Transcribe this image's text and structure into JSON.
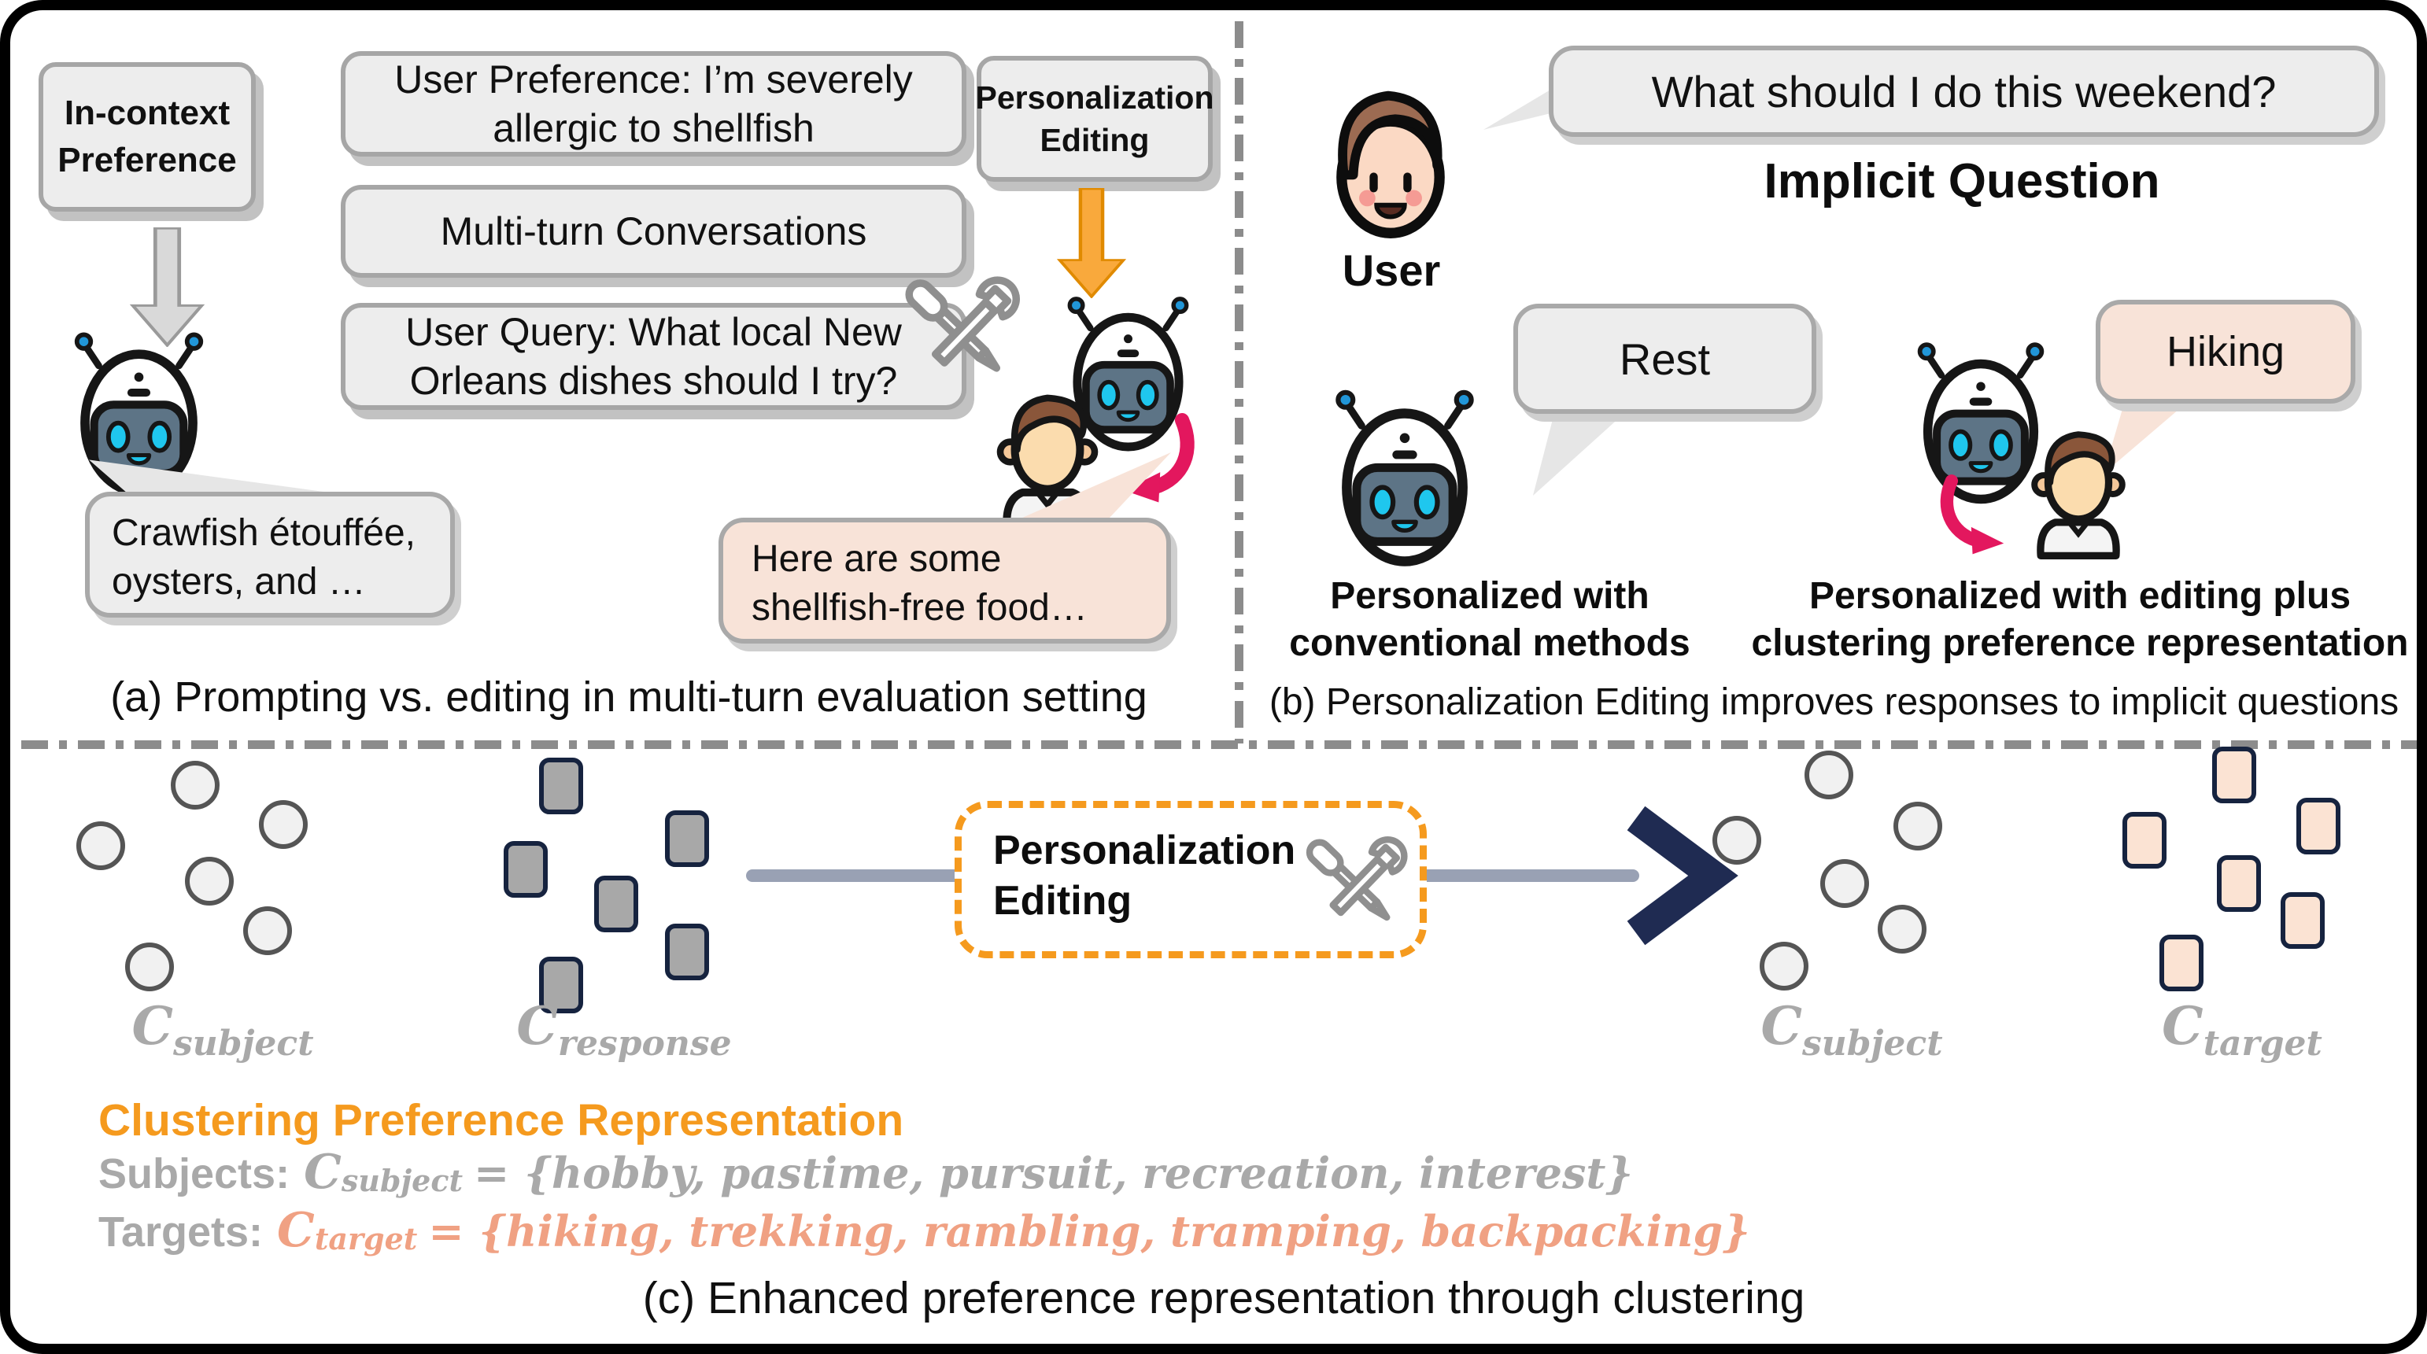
{
  "panel_a": {
    "incontext_tag": "In-context Preference",
    "editing_tag": "Personalization Editing",
    "box_user_preference": "User Preference: I’m severely allergic to shellfish",
    "box_multiturn": "Multi-turn Conversations",
    "box_user_query": "User Query: What local New Orleans dishes should I try?",
    "bubble_baseline": "Crawfish étouffée, oysters, and …",
    "bubble_edited": "Here are some shellfish-free food…",
    "caption": "(a) Prompting vs. editing in multi-turn evaluation setting"
  },
  "panel_b": {
    "question_bubble": "What should I do this weekend?",
    "implicit_label": "Implicit Question",
    "user_label": "User",
    "bubble_conventional": "Rest",
    "bubble_editing": "Hiking",
    "caption_conventional": "Personalized with conventional methods",
    "caption_editing": "Personalized with editing plus clustering preference representation",
    "caption": "(b) Personalization Editing improves responses to implicit questions"
  },
  "panel_c": {
    "editing_box_label": "Personalization Editing",
    "clusters": [
      {
        "id": "subject-before",
        "symbol": "C",
        "subscript": "subject",
        "shape": "circle",
        "count": 6
      },
      {
        "id": "response",
        "symbol": "C",
        "subscript": "response",
        "shape": "square",
        "count": 6
      },
      {
        "id": "subject-after",
        "symbol": "C",
        "subscript": "subject",
        "shape": "circle",
        "count": 6
      },
      {
        "id": "target",
        "symbol": "C",
        "subscript": "target",
        "shape": "square-accent",
        "count": 6
      }
    ],
    "heading": "Clustering Preference Representation",
    "subjects_prefix": "Subjects:",
    "subjects_symbol": "C",
    "subjects_subscript": "subject",
    "subjects_set": "= {hobby, pastime, pursuit, recreation, interest}",
    "targets_prefix": "Targets:",
    "targets_symbol": "C",
    "targets_subscript": "target",
    "targets_set": "= {hiking, trekking, rambling, tramping, backpacking}",
    "caption": "(c) Enhanced preference representation through clustering"
  },
  "colors": {
    "accent_orange": "#F59A1E",
    "arrow_orange_fill": "#F9A93C",
    "peach_fill": "#F8E3D8",
    "salmon_text": "#F0A183",
    "navy_arrow": "#1F2B52",
    "pink_arrow": "#E3175E",
    "muted_gray_text": "#A9A9A9",
    "bubble_gray": "#EDEDED",
    "border_gray": "#A6A6A6",
    "square_gray": "#A8A8A8",
    "square_border_navy": "#16233F",
    "robot_cyan": "#1FC7EE"
  }
}
